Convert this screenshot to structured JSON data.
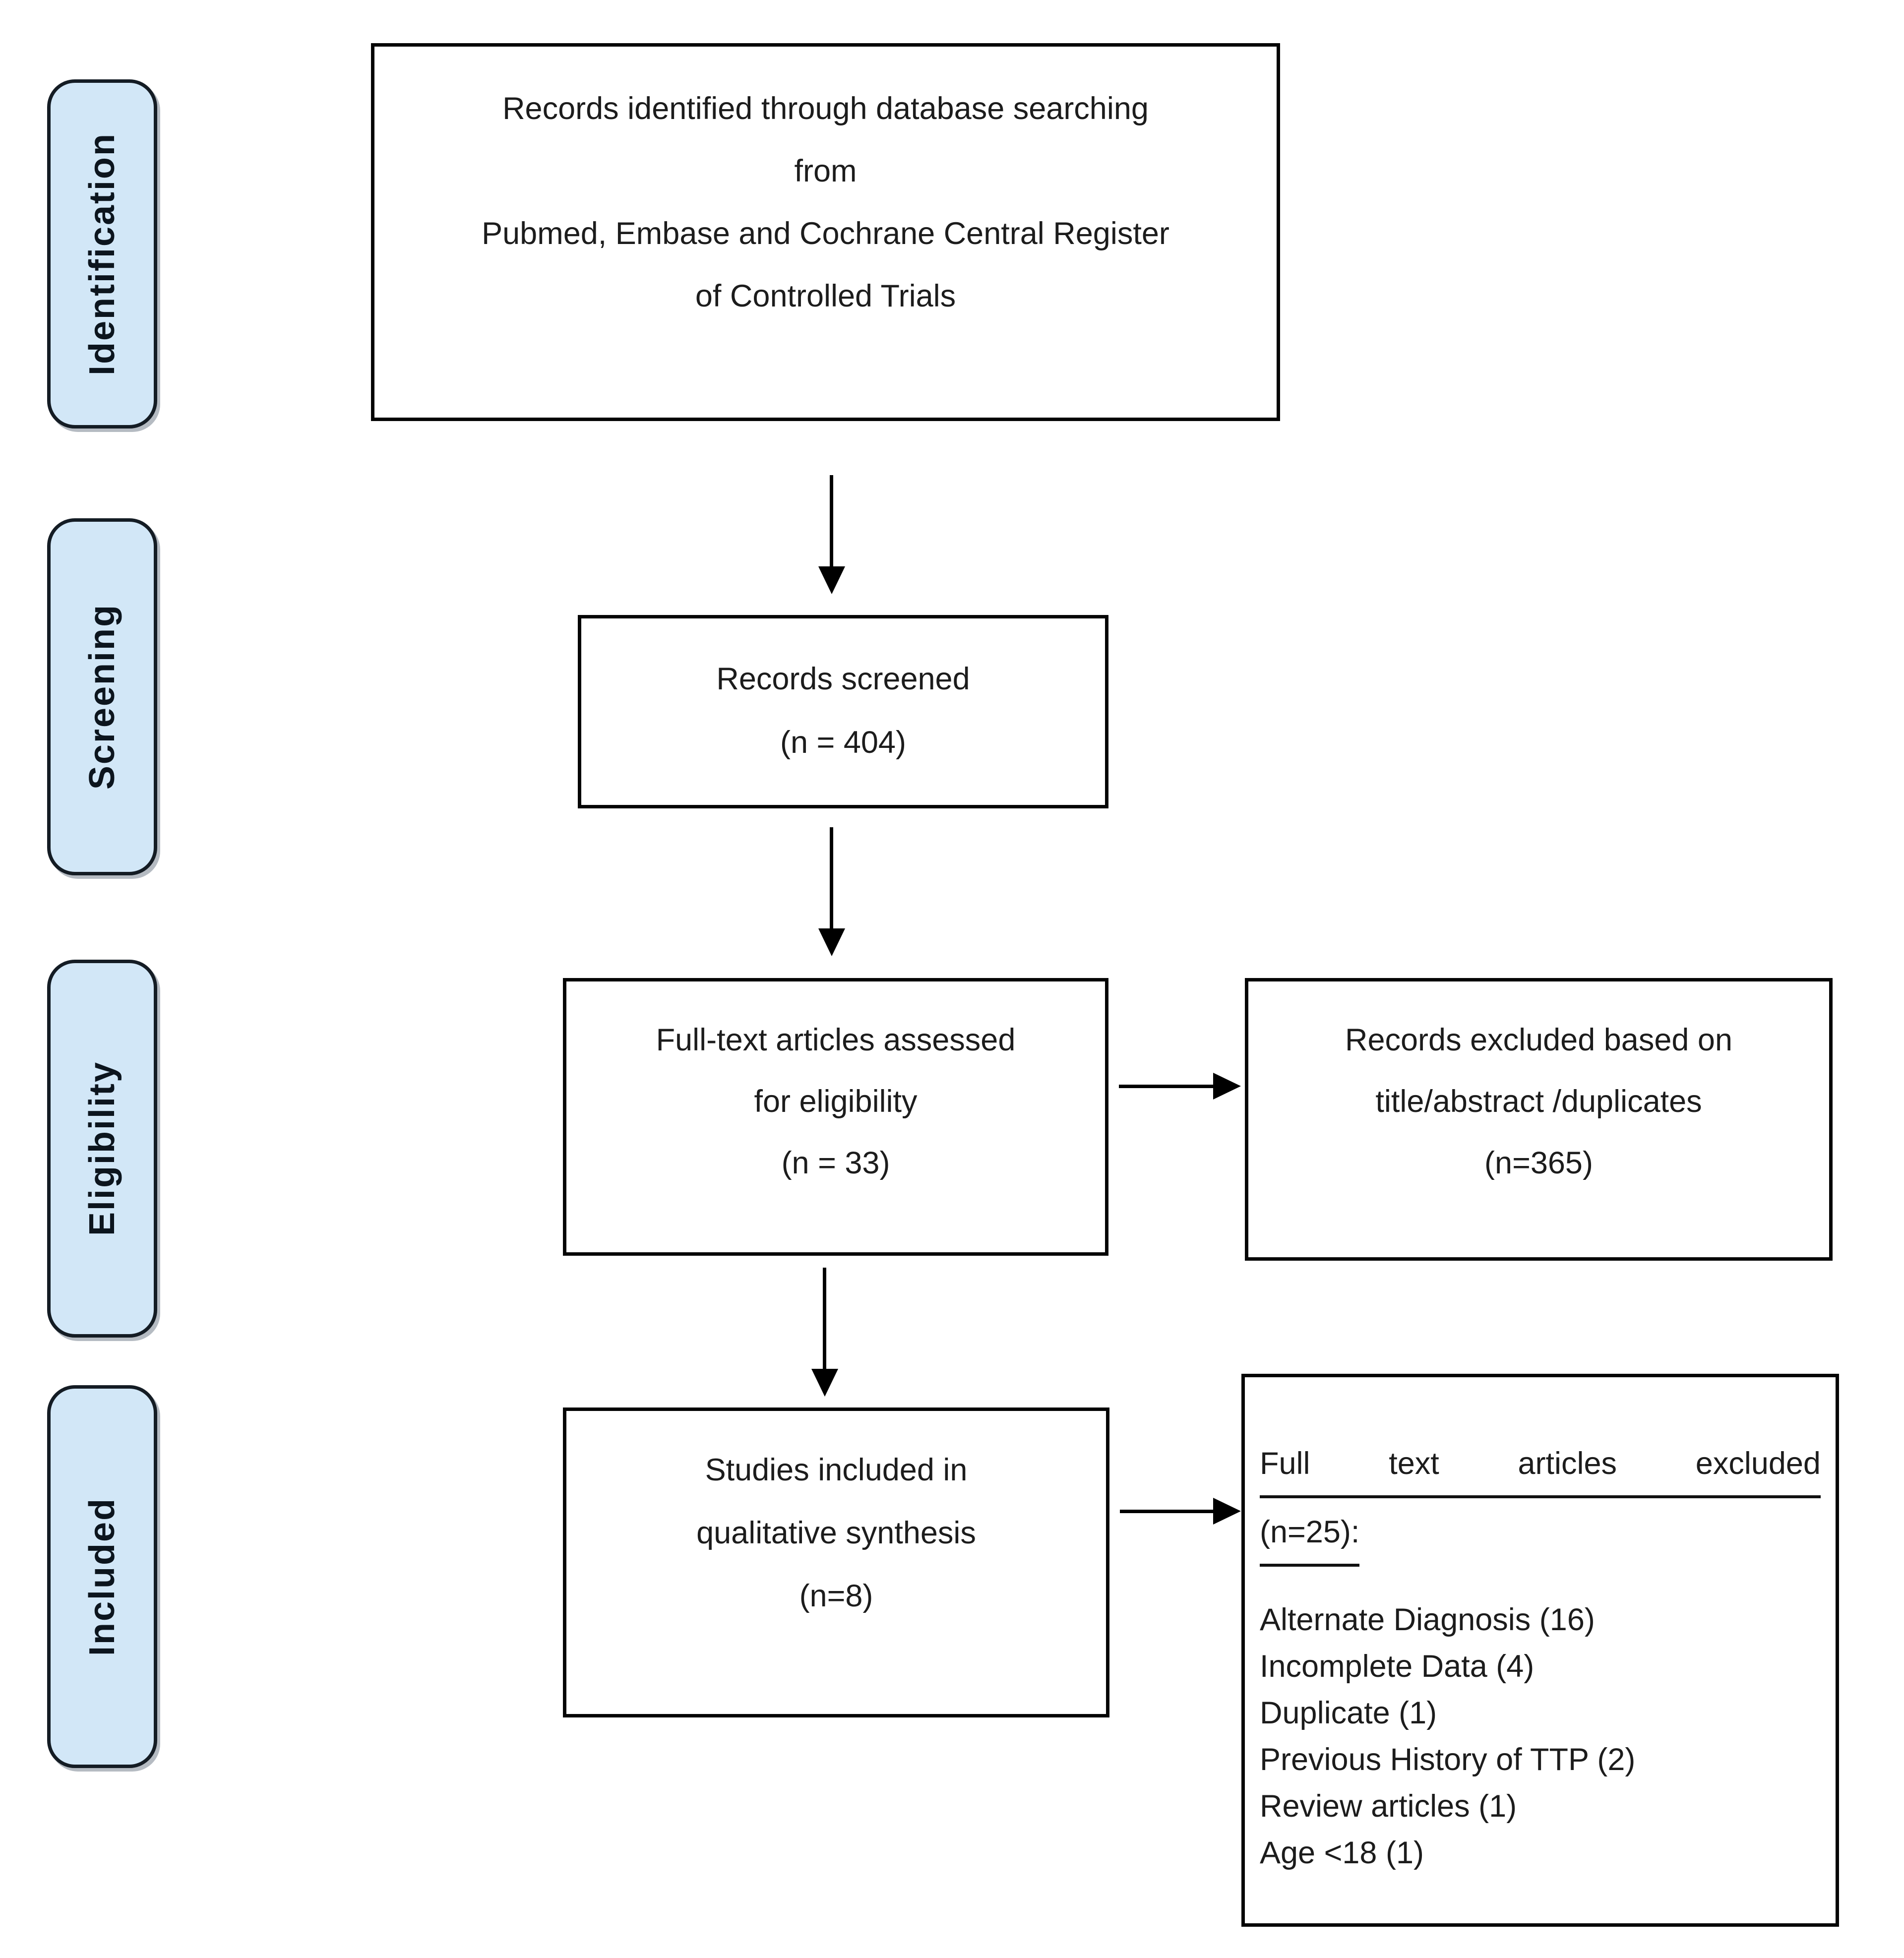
{
  "stages": [
    {
      "label": "Identification"
    },
    {
      "label": "Screening"
    },
    {
      "label": "Eligibility"
    },
    {
      "label": "Included"
    }
  ],
  "boxes": {
    "identification": {
      "lines": [
        "Records identified through database searching",
        "from",
        "Pubmed, Embase and Cochrane Central Register",
        "of Controlled Trials"
      ]
    },
    "screening": {
      "lines": [
        "Records screened",
        "(n = 404)"
      ]
    },
    "eligibility": {
      "lines": [
        "Full-text articles assessed",
        "for eligibility",
        "(n = 33)"
      ]
    },
    "records_excluded": {
      "lines": [
        "Records excluded based on",
        "title/abstract /duplicates",
        "(n=365)"
      ]
    },
    "included": {
      "lines": [
        "Studies included in",
        "qualitative synthesis",
        "(n=8)"
      ]
    },
    "fulltext_excluded": {
      "heading_words": [
        "Full",
        "text",
        "articles",
        "excluded"
      ],
      "heading_count": "(n=25):",
      "items": [
        "Alternate Diagnosis (16)",
        "Incomplete Data (4)",
        "Duplicate (1)",
        "Previous History of TTP (2)",
        "Review articles (1)",
        "Age <18 (1)"
      ]
    }
  },
  "colors": {
    "stage_fill": "#d2e7f7",
    "stage_text": "#0c151e",
    "box_border": "#050505",
    "arrow": "#000000",
    "background": "#ffffff"
  }
}
